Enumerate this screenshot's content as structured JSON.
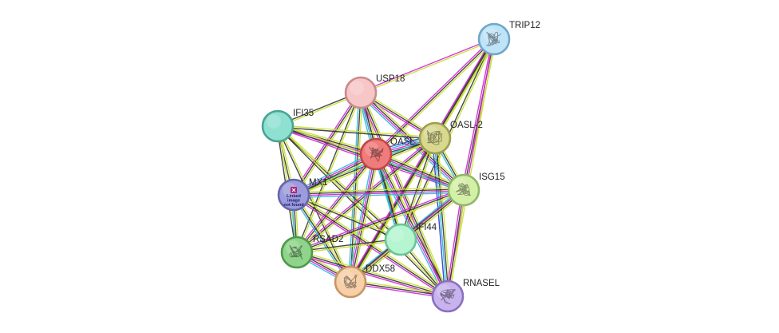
{
  "network": {
    "nodes": [
      {
        "id": "TRIP12",
        "label": "TRIP12",
        "color": "#bfe3f7",
        "border": "#6fa7c8",
        "icon": "protein-structure-icon"
      },
      {
        "id": "USP18",
        "label": "USP18",
        "color": "#f7c6c7",
        "border": "#c98b8e",
        "icon": "none"
      },
      {
        "id": "IFI35",
        "label": "IFI35",
        "color": "#8ee0d1",
        "border": "#4aa394",
        "icon": "none"
      },
      {
        "id": "OASL2",
        "label": "OASL-2",
        "color": "#d8d88f",
        "border": "#9e9e4f",
        "icon": "protein-structure-icon"
      },
      {
        "id": "OASL",
        "label": "OASL",
        "color": "#f07b7b",
        "border": "#c04747",
        "icon": "protein-structure-icon"
      },
      {
        "id": "MX1",
        "label": "MX1",
        "color": "#9c9cdc",
        "border": "#6666aa",
        "icon": "broken-image-icon",
        "broken_text": [
          "Linked",
          "image",
          "not found"
        ]
      },
      {
        "id": "ISG15",
        "label": "ISG15",
        "color": "#d4f0a8",
        "border": "#8fb865",
        "icon": "protein-structure-icon"
      },
      {
        "id": "IFI44",
        "label": "IFI44",
        "color": "#b5f5d0",
        "border": "#6cc596",
        "icon": "none"
      },
      {
        "id": "RSAD2",
        "label": "RSAD2",
        "color": "#8fd48a",
        "border": "#4e9a49",
        "icon": "protein-structure-icon"
      },
      {
        "id": "DDX58",
        "label": "DDX58",
        "color": "#f7cfa8",
        "border": "#c79566",
        "icon": "protein-structure-icon"
      },
      {
        "id": "RNASEL",
        "label": "RNASEL",
        "color": "#c8b3ee",
        "border": "#8a70c0",
        "icon": "protein-structure-icon"
      }
    ],
    "edge_colors": {
      "textmining": "#c6e02e",
      "coexpression": "#333333",
      "experiments": "#d322d6",
      "databases": "#27b8d8",
      "cooccurrence": "#2436d6",
      "neighborhood": "#3d7a2e"
    },
    "edges": [
      {
        "a": "TRIP12",
        "b": "USP18",
        "types": [
          "textmining",
          "experiments"
        ]
      },
      {
        "a": "TRIP12",
        "b": "OASL",
        "types": [
          "textmining",
          "coexpression",
          "experiments"
        ]
      },
      {
        "a": "TRIP12",
        "b": "OASL2",
        "types": [
          "textmining",
          "coexpression",
          "experiments"
        ]
      },
      {
        "a": "TRIP12",
        "b": "ISG15",
        "types": [
          "textmining",
          "coexpression",
          "experiments"
        ]
      },
      {
        "a": "TRIP12",
        "b": "RNASEL",
        "types": [
          "textmining",
          "experiments"
        ]
      },
      {
        "a": "TRIP12",
        "b": "IFI44",
        "types": [
          "textmining",
          "coexpression"
        ]
      },
      {
        "a": "TRIP12",
        "b": "DDX58",
        "types": [
          "textmining",
          "coexpression"
        ]
      },
      {
        "a": "USP18",
        "b": "IFI35",
        "types": [
          "textmining",
          "coexpression"
        ]
      },
      {
        "a": "USP18",
        "b": "OASL",
        "types": [
          "textmining",
          "coexpression",
          "experiments",
          "databases"
        ]
      },
      {
        "a": "USP18",
        "b": "OASL2",
        "types": [
          "textmining",
          "coexpression",
          "experiments"
        ]
      },
      {
        "a": "USP18",
        "b": "MX1",
        "types": [
          "textmining",
          "coexpression",
          "experiments"
        ]
      },
      {
        "a": "USP18",
        "b": "ISG15",
        "types": [
          "textmining",
          "coexpression",
          "experiments",
          "databases"
        ]
      },
      {
        "a": "USP18",
        "b": "IFI44",
        "types": [
          "textmining",
          "coexpression",
          "databases"
        ]
      },
      {
        "a": "USP18",
        "b": "RSAD2",
        "types": [
          "textmining",
          "coexpression"
        ]
      },
      {
        "a": "USP18",
        "b": "DDX58",
        "types": [
          "textmining",
          "coexpression",
          "databases"
        ]
      },
      {
        "a": "USP18",
        "b": "RNASEL",
        "types": [
          "textmining",
          "coexpression",
          "experiments"
        ]
      },
      {
        "a": "IFI35",
        "b": "OASL",
        "types": [
          "textmining",
          "coexpression",
          "experiments"
        ]
      },
      {
        "a": "IFI35",
        "b": "OASL2",
        "types": [
          "textmining",
          "coexpression"
        ]
      },
      {
        "a": "IFI35",
        "b": "MX1",
        "types": [
          "textmining",
          "coexpression"
        ]
      },
      {
        "a": "IFI35",
        "b": "ISG15",
        "types": [
          "textmining",
          "coexpression",
          "experiments"
        ]
      },
      {
        "a": "IFI35",
        "b": "IFI44",
        "types": [
          "textmining",
          "coexpression"
        ]
      },
      {
        "a": "IFI35",
        "b": "RSAD2",
        "types": [
          "textmining",
          "coexpression"
        ]
      },
      {
        "a": "IFI35",
        "b": "DDX58",
        "types": [
          "textmining",
          "coexpression"
        ]
      },
      {
        "a": "IFI35",
        "b": "RNASEL",
        "types": [
          "textmining",
          "coexpression"
        ]
      },
      {
        "a": "OASL2",
        "b": "OASL",
        "types": [
          "textmining",
          "coexpression",
          "experiments",
          "databases",
          "cooccurrence"
        ]
      },
      {
        "a": "OASL2",
        "b": "MX1",
        "types": [
          "textmining",
          "coexpression",
          "databases"
        ]
      },
      {
        "a": "OASL2",
        "b": "ISG15",
        "types": [
          "textmining",
          "coexpression",
          "databases"
        ]
      },
      {
        "a": "OASL2",
        "b": "IFI44",
        "types": [
          "textmining",
          "coexpression"
        ]
      },
      {
        "a": "OASL2",
        "b": "RSAD2",
        "types": [
          "textmining",
          "coexpression",
          "experiments"
        ]
      },
      {
        "a": "OASL2",
        "b": "DDX58",
        "types": [
          "textmining",
          "coexpression",
          "experiments"
        ]
      },
      {
        "a": "OASL2",
        "b": "RNASEL",
        "types": [
          "textmining",
          "coexpression",
          "databases",
          "cooccurrence"
        ]
      },
      {
        "a": "OASL",
        "b": "MX1",
        "types": [
          "textmining",
          "coexpression",
          "experiments",
          "databases"
        ]
      },
      {
        "a": "OASL",
        "b": "ISG15",
        "types": [
          "textmining",
          "coexpression",
          "experiments",
          "databases"
        ]
      },
      {
        "a": "OASL",
        "b": "IFI44",
        "types": [
          "textmining",
          "coexpression",
          "databases"
        ]
      },
      {
        "a": "OASL",
        "b": "RSAD2",
        "types": [
          "textmining",
          "coexpression",
          "experiments"
        ]
      },
      {
        "a": "OASL",
        "b": "DDX58",
        "types": [
          "textmining",
          "coexpression",
          "experiments",
          "databases"
        ]
      },
      {
        "a": "OASL",
        "b": "RNASEL",
        "types": [
          "textmining",
          "coexpression",
          "experiments",
          "databases"
        ]
      },
      {
        "a": "MX1",
        "b": "ISG15",
        "types": [
          "textmining",
          "coexpression",
          "experiments",
          "databases"
        ]
      },
      {
        "a": "MX1",
        "b": "IFI44",
        "types": [
          "textmining",
          "coexpression"
        ]
      },
      {
        "a": "MX1",
        "b": "RSAD2",
        "types": [
          "textmining",
          "coexpression",
          "databases"
        ]
      },
      {
        "a": "MX1",
        "b": "DDX58",
        "types": [
          "textmining",
          "coexpression",
          "databases"
        ]
      },
      {
        "a": "MX1",
        "b": "RNASEL",
        "types": [
          "textmining",
          "coexpression",
          "experiments"
        ]
      },
      {
        "a": "ISG15",
        "b": "IFI44",
        "types": [
          "textmining",
          "coexpression"
        ]
      },
      {
        "a": "ISG15",
        "b": "RSAD2",
        "types": [
          "textmining",
          "coexpression",
          "experiments"
        ]
      },
      {
        "a": "ISG15",
        "b": "DDX58",
        "types": [
          "textmining",
          "coexpression",
          "experiments",
          "databases"
        ]
      },
      {
        "a": "ISG15",
        "b": "RNASEL",
        "types": [
          "textmining",
          "coexpression",
          "experiments"
        ]
      },
      {
        "a": "IFI44",
        "b": "RSAD2",
        "types": [
          "textmining",
          "coexpression"
        ]
      },
      {
        "a": "IFI44",
        "b": "DDX58",
        "types": [
          "textmining",
          "coexpression"
        ]
      },
      {
        "a": "IFI44",
        "b": "RNASEL",
        "types": [
          "textmining",
          "coexpression"
        ]
      },
      {
        "a": "RSAD2",
        "b": "DDX58",
        "types": [
          "textmining",
          "coexpression",
          "experiments",
          "databases"
        ]
      },
      {
        "a": "RSAD2",
        "b": "RNASEL",
        "types": [
          "textmining",
          "coexpression",
          "experiments"
        ]
      },
      {
        "a": "DDX58",
        "b": "RNASEL",
        "types": [
          "textmining",
          "coexpression",
          "experiments"
        ]
      }
    ]
  }
}
